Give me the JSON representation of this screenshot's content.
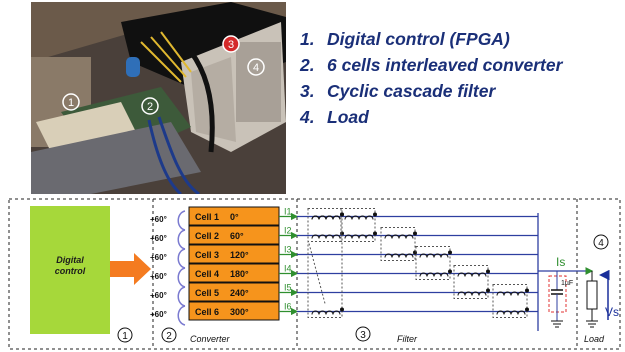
{
  "legend_items": [
    {
      "number": "1.",
      "text": "Digital control (FPGA)"
    },
    {
      "number": "2.",
      "text": "6 cells interleaved converter"
    },
    {
      "number": "3.",
      "text": "Cyclic cascade filter"
    },
    {
      "number": "4.",
      "text": "Load"
    }
  ],
  "photo_markers": [
    "1",
    "2",
    "3",
    "4"
  ],
  "digital_control": {
    "line1": "Digital",
    "line2": "control"
  },
  "cells": [
    {
      "name": "Cell 1",
      "angle": "0°"
    },
    {
      "name": "Cell 2",
      "angle": "60°"
    },
    {
      "name": "Cell 3",
      "angle": "120°"
    },
    {
      "name": "Cell 4",
      "angle": "180°"
    },
    {
      "name": "Cell 5",
      "angle": "240°"
    },
    {
      "name": "Cell 6",
      "angle": "300°"
    }
  ],
  "phase_shift_labels": [
    "+60°",
    "+60°",
    "+60°",
    "+60°",
    "+60°",
    "+60°"
  ],
  "currents": [
    "I1",
    "I2",
    "I3",
    "I4",
    "I5",
    "I6"
  ],
  "section_numbers": [
    "1",
    "2",
    "3",
    "4"
  ],
  "section_labels": {
    "converter": "Converter",
    "filter": "Filter",
    "load": "Load"
  },
  "output_current": "Is",
  "output_voltage": "Vs",
  "capacitor": "1µF",
  "colors": {
    "list_text": "#1a2f78",
    "control_block": "#a6d83a",
    "cell_block": "#f6941c",
    "arrow": "#f47b20",
    "wires": "#2e3fa0",
    "current_labels": "#2f8f2f",
    "capacitor_box": "#e03030"
  }
}
